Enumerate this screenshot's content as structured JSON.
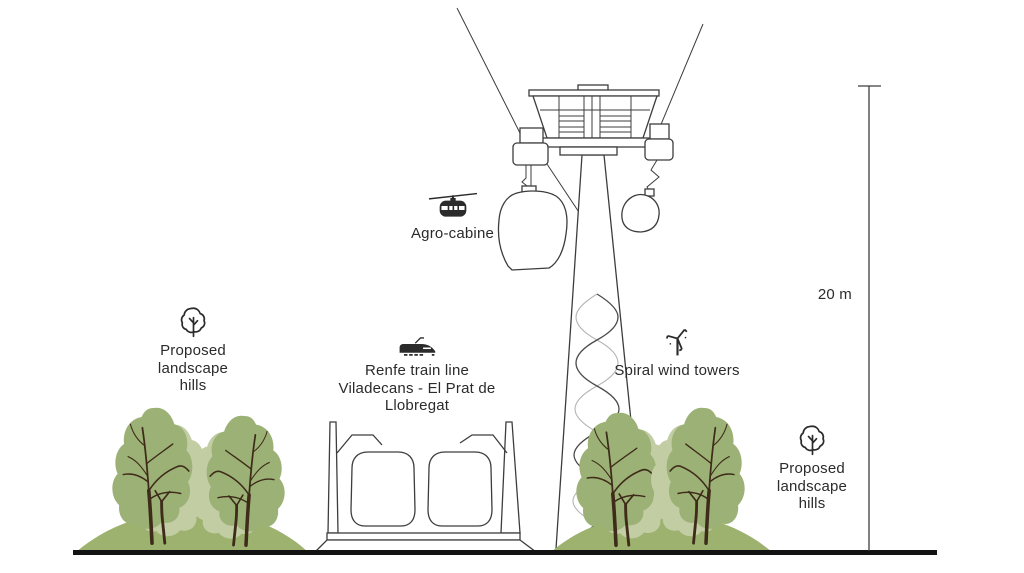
{
  "diagram": {
    "agro_cabine_label": "Agro-cabine",
    "proposed_hills_left": [
      "Proposed",
      "landscape",
      "hills"
    ],
    "train_label": [
      "Renfe train line",
      "Viladecans - El Prat de Llobregat"
    ],
    "wind_label": "Spiral wind towers",
    "scale_label": "20 m",
    "proposed_hills_right": [
      "Proposed",
      "landscape",
      "hills"
    ]
  },
  "icons": {
    "gondola": "gondola-icon",
    "tree": "tree-icon",
    "train": "train-icon",
    "wind_turbine": "wind-turbine-icon"
  },
  "colors": {
    "line": "#3d3d3d",
    "text": "#2b2b2b",
    "canopy_front": "#9cb175",
    "canopy_back": "#c2cda4",
    "hill": "#9db26e",
    "trunk": "#3e2b1a",
    "ground": "#131313",
    "spiral_dark": "#4a4a4a",
    "spiral_light": "#b4b4b4"
  }
}
